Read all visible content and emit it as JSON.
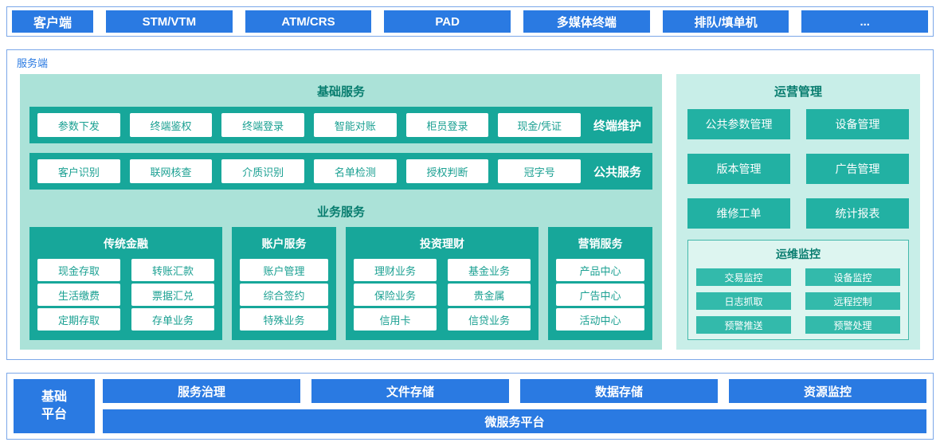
{
  "colors": {
    "blue": "#2a7ae2",
    "border_blue": "#7ba7e8",
    "teal": "#17a79a",
    "teal_button": "#22b1a3",
    "teal_button_light": "#33baab",
    "teal_border": "#43b8ab",
    "teal_text": "#1aa092",
    "dark_teal_text": "#087d6f",
    "panel_teal": "#abe2d8",
    "panel_teal_light": "#c8eee8",
    "monitor_bg": "#ddf5f0"
  },
  "client": {
    "label": "客户端",
    "terminals": [
      "STM/VTM",
      "ATM/CRS",
      "PAD",
      "多媒体终端",
      "排队/填单机",
      "..."
    ]
  },
  "server": {
    "label": "服务端",
    "basic_services": {
      "title": "基础服务",
      "rows": [
        {
          "items": [
            "参数下发",
            "终端鉴权",
            "终端登录",
            "智能对账",
            "柜员登录",
            "现金/凭证"
          ],
          "tag": "终端维护"
        },
        {
          "items": [
            "客户识别",
            "联网核查",
            "介质识别",
            "名单检测",
            "授权判断",
            "冠字号"
          ],
          "tag": "公共服务"
        }
      ]
    },
    "business_services": {
      "title": "业务服务",
      "groups": [
        {
          "title": "传统金融",
          "items": [
            "现金存取",
            "转账汇款",
            "生活缴费",
            "票据汇兑",
            "定期存取",
            "存单业务"
          ]
        },
        {
          "title": "账户服务",
          "items": [
            "账户管理",
            "综合签约",
            "特殊业务"
          ]
        },
        {
          "title": "投资理财",
          "items": [
            "理财业务",
            "基金业务",
            "保险业务",
            "贵金属",
            "信用卡",
            "信贷业务"
          ]
        },
        {
          "title": "营销服务",
          "items": [
            "产品中心",
            "广告中心",
            "活动中心"
          ]
        }
      ]
    },
    "operations": {
      "title": "运营管理",
      "items": [
        "公共参数管理",
        "设备管理",
        "版本管理",
        "广告管理",
        "维修工单",
        "统计报表"
      ],
      "monitoring": {
        "title": "运维监控",
        "items": [
          "交易监控",
          "设备监控",
          "日志抓取",
          "远程控制",
          "预警推送",
          "预警处理"
        ]
      }
    }
  },
  "platform": {
    "label": "基础平台",
    "items": [
      "服务治理",
      "文件存储",
      "数据存储",
      "资源监控"
    ],
    "bottom": "微服务平台"
  }
}
